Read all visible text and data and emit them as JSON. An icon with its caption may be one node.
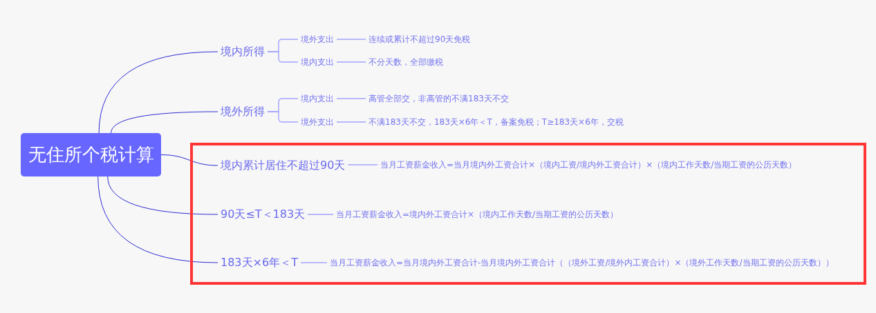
{
  "diagram": {
    "nodes": [
      {
        "text": [
          "无住所个税计算"
        ]
      },
      {
        "text": [
          "境内所得"
        ]
      },
      {
        "text": [
          "境外支出"
        ]
      },
      {
        "text": [
          "连续或累计不超过90天免税"
        ]
      },
      {
        "text": [
          "境内支出"
        ]
      },
      {
        "text": [
          "不分天数，全部缴税"
        ]
      },
      {
        "text": [
          "境外所得"
        ]
      },
      {
        "text": [
          "境内支出"
        ]
      },
      {
        "text": [
          "高管全部交，非高管的不满183天不交"
        ]
      },
      {
        "text": [
          "境外支出"
        ]
      },
      {
        "text": [
          "不满183天不交，183天×6年＜T，备案免税；T≥183天×6年，交税"
        ]
      },
      {
        "text": [],
        "shape": "box"
      },
      {
        "text": [
          "境内累计居住不超过90天"
        ],
        "in": 11
      },
      {
        "text": [
          "当月工资薪金收入=当月境内外工资合计×（境内工资/境内外工资合计）×（境内工作天数/当期工资的公历天数）"
        ],
        "in": 11
      },
      {
        "text": [
          "90天≤T＜183天"
        ],
        "in": 11
      },
      {
        "text": [
          "当月工资薪金收入=境内外工资合计×（境内工作天数/当期工资的公历天数）"
        ],
        "in": 11
      },
      {
        "text": [
          "183天×6年＜T"
        ],
        "in": 11
      },
      {
        "text": [
          "当月工资薪金收入=当月境内外工资合计-当月境内外工资合计（（境外工资/境外内工资合计）×（境外工作天数/当期工资的公历天数））"
        ],
        "in": 11
      }
    ],
    "edges": [
      {
        "from": 0,
        "to": 1,
        "arrow": "none",
        "color": "#2c2cd4"
      },
      {
        "from": 0,
        "to": 6,
        "arrow": "none",
        "color": "#2c2cd4"
      },
      {
        "from": 0,
        "to": 12,
        "arrow": "none",
        "color": "#2c2cd4"
      },
      {
        "from": 0,
        "to": 14,
        "arrow": "none",
        "color": "#2c2cd4"
      },
      {
        "from": 0,
        "to": 16,
        "arrow": "none",
        "color": "#2c2cd4"
      },
      {
        "from": 1,
        "to": 2,
        "arrow": "none"
      },
      {
        "from": 1,
        "to": 4,
        "arrow": "none"
      },
      {
        "from": 2,
        "to": 3,
        "arrow": "none"
      },
      {
        "from": 4,
        "to": 5,
        "arrow": "none"
      },
      {
        "from": 6,
        "to": 7,
        "arrow": "none"
      },
      {
        "from": 6,
        "to": 9,
        "arrow": "none"
      },
      {
        "from": 7,
        "to": 8,
        "arrow": "none"
      },
      {
        "from": 9,
        "to": 10,
        "arrow": "none"
      },
      {
        "from": 12,
        "to": 13,
        "arrow": "none"
      },
      {
        "from": 14,
        "to": 15,
        "arrow": "none"
      },
      {
        "from": 16,
        "to": 17,
        "arrow": "none"
      }
    ]
  }
}
